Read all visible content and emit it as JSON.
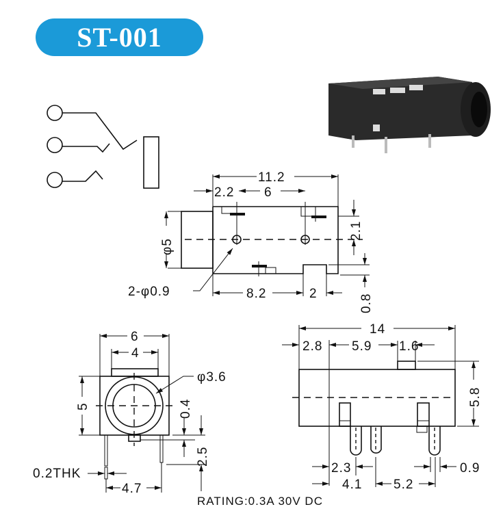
{
  "title": "ST-001",
  "top_view": {
    "width": "11.2",
    "offset": "2.2",
    "pitch": "6",
    "diameter": "φ5",
    "height_right": "2.1",
    "holes": "2-φ0.9",
    "bottom_len": "8.2",
    "notch": "2",
    "notch_depth": "0.8"
  },
  "front_view": {
    "width": "6",
    "tab": "4",
    "height": "5",
    "bore": "φ3.6",
    "offset": "0.4",
    "pin_len": "2.5",
    "thickness": "0.2THK",
    "pin_span": "4.7"
  },
  "side_view": {
    "length": "14",
    "d1": "2.8",
    "d2": "5.9",
    "d3": "1.6",
    "height": "5.8",
    "p1": "2.3",
    "p2": "4.1",
    "p3": "5.2",
    "pin_w": "0.9"
  },
  "rating": "RATING:0.3A 30V DC",
  "colors": {
    "title_bg": "#1b9ad8"
  }
}
